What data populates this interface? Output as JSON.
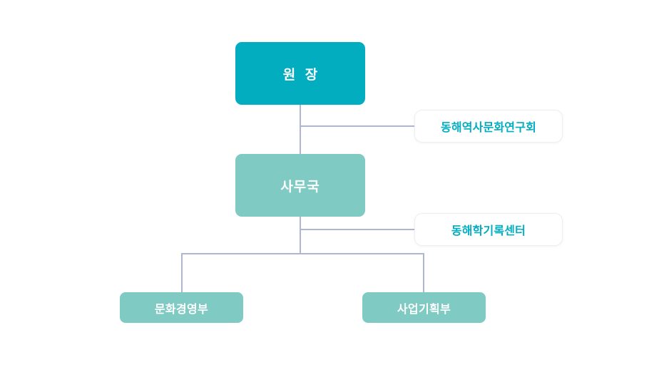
{
  "chart": {
    "type": "organization-chart",
    "title": "",
    "colors": {
      "director_fill": "#02ADC0",
      "office_fill": "#7FCAC3",
      "department_fill": "#7FCAC3",
      "affiliate_text": "#02ADC0",
      "affiliate_fill": "#FFFFFF",
      "connector_line": "#AEB7CD",
      "background": "#FFFFFF"
    },
    "nodes": {
      "director": {
        "label": "원 장",
        "level": 1
      },
      "office": {
        "label": "사무국",
        "level": 2
      },
      "departments": [
        {
          "label": "문화경영부",
          "level": 3
        },
        {
          "label": "사업기획부",
          "level": 3
        }
      ],
      "affiliates": [
        {
          "label": "동해역사문화연구회",
          "attached_to": "원 장"
        },
        {
          "label": "동해학기록센터",
          "attached_to": "사무국"
        }
      ]
    }
  }
}
